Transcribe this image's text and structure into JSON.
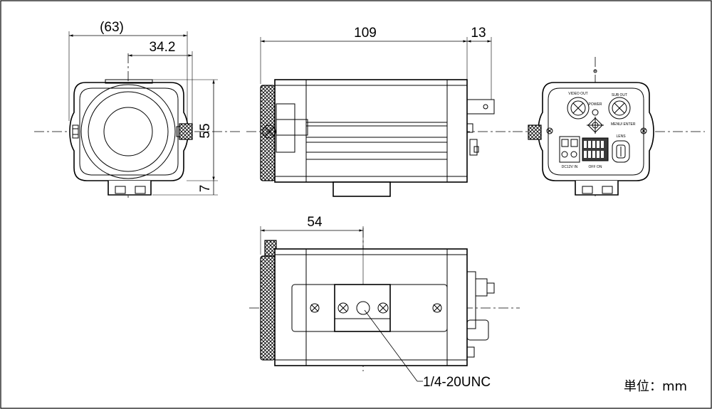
{
  "dimensions": {
    "front_width_total": "(63)",
    "front_width_half": "34.2",
    "front_height": "55",
    "front_foot": "7",
    "side_length": "109",
    "side_connector": "13",
    "bottom_mount_offset": "54"
  },
  "callout": {
    "mount_thread": "1/4-20UNC"
  },
  "unit_note": "単位：mm",
  "rear_panel_labels": {
    "video_out": "VIDEO OUT",
    "sub_out": "SUB OUT",
    "power": "POWER",
    "menu_enter": "MENU/ ENTER",
    "lens": "LENS",
    "dc12v_in": "DC12V IN",
    "off_on": "OFF ON"
  },
  "icons": [
    "screw-icon",
    "bnc-connector-icon",
    "joystick-icon",
    "terminal-block-icon",
    "dip-switch-icon",
    "lens-connector-icon"
  ]
}
